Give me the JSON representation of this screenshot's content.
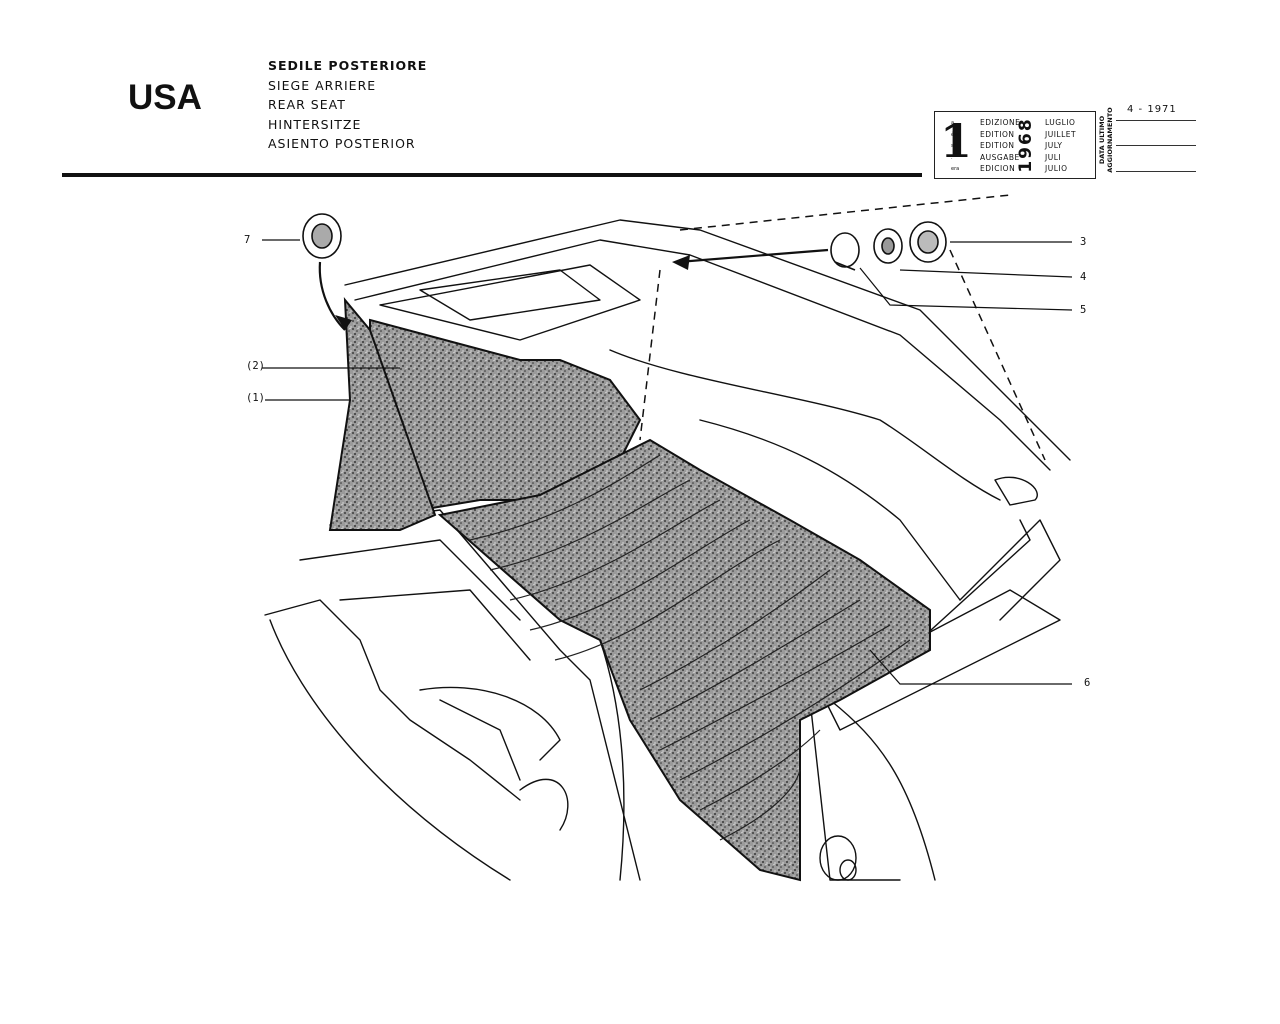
{
  "region_label": "USA",
  "titles": {
    "it": "SEDILE POSTERIORE",
    "fr": "SIEGE ARRIERE",
    "en": "REAR SEAT",
    "de": "HINTERSITZE",
    "es": "ASIENTO POSTERIOR"
  },
  "edition": {
    "number": "1",
    "suffixes": [
      "a",
      "ère",
      "st",
      ".",
      "era"
    ],
    "words": [
      "EDIZIONE",
      "EDITION",
      "EDITION",
      "AUSGABE",
      "EDICION"
    ],
    "year": "1968",
    "months": [
      "LUGLIO",
      "JUILLET",
      "JULY",
      "JULI",
      "JULIO"
    ]
  },
  "update": {
    "label_line1": "DATA ULTIMO",
    "label_line2": "AGGIORNAMENTO",
    "date": "4 - 1971"
  },
  "callouts": [
    {
      "id": "7",
      "text": "7"
    },
    {
      "id": "2",
      "text": "(2)"
    },
    {
      "id": "1",
      "text": "(1)"
    },
    {
      "id": "3",
      "text": "3"
    },
    {
      "id": "4",
      "text": "4"
    },
    {
      "id": "5",
      "text": "5"
    },
    {
      "id": "6",
      "text": "6"
    }
  ]
}
